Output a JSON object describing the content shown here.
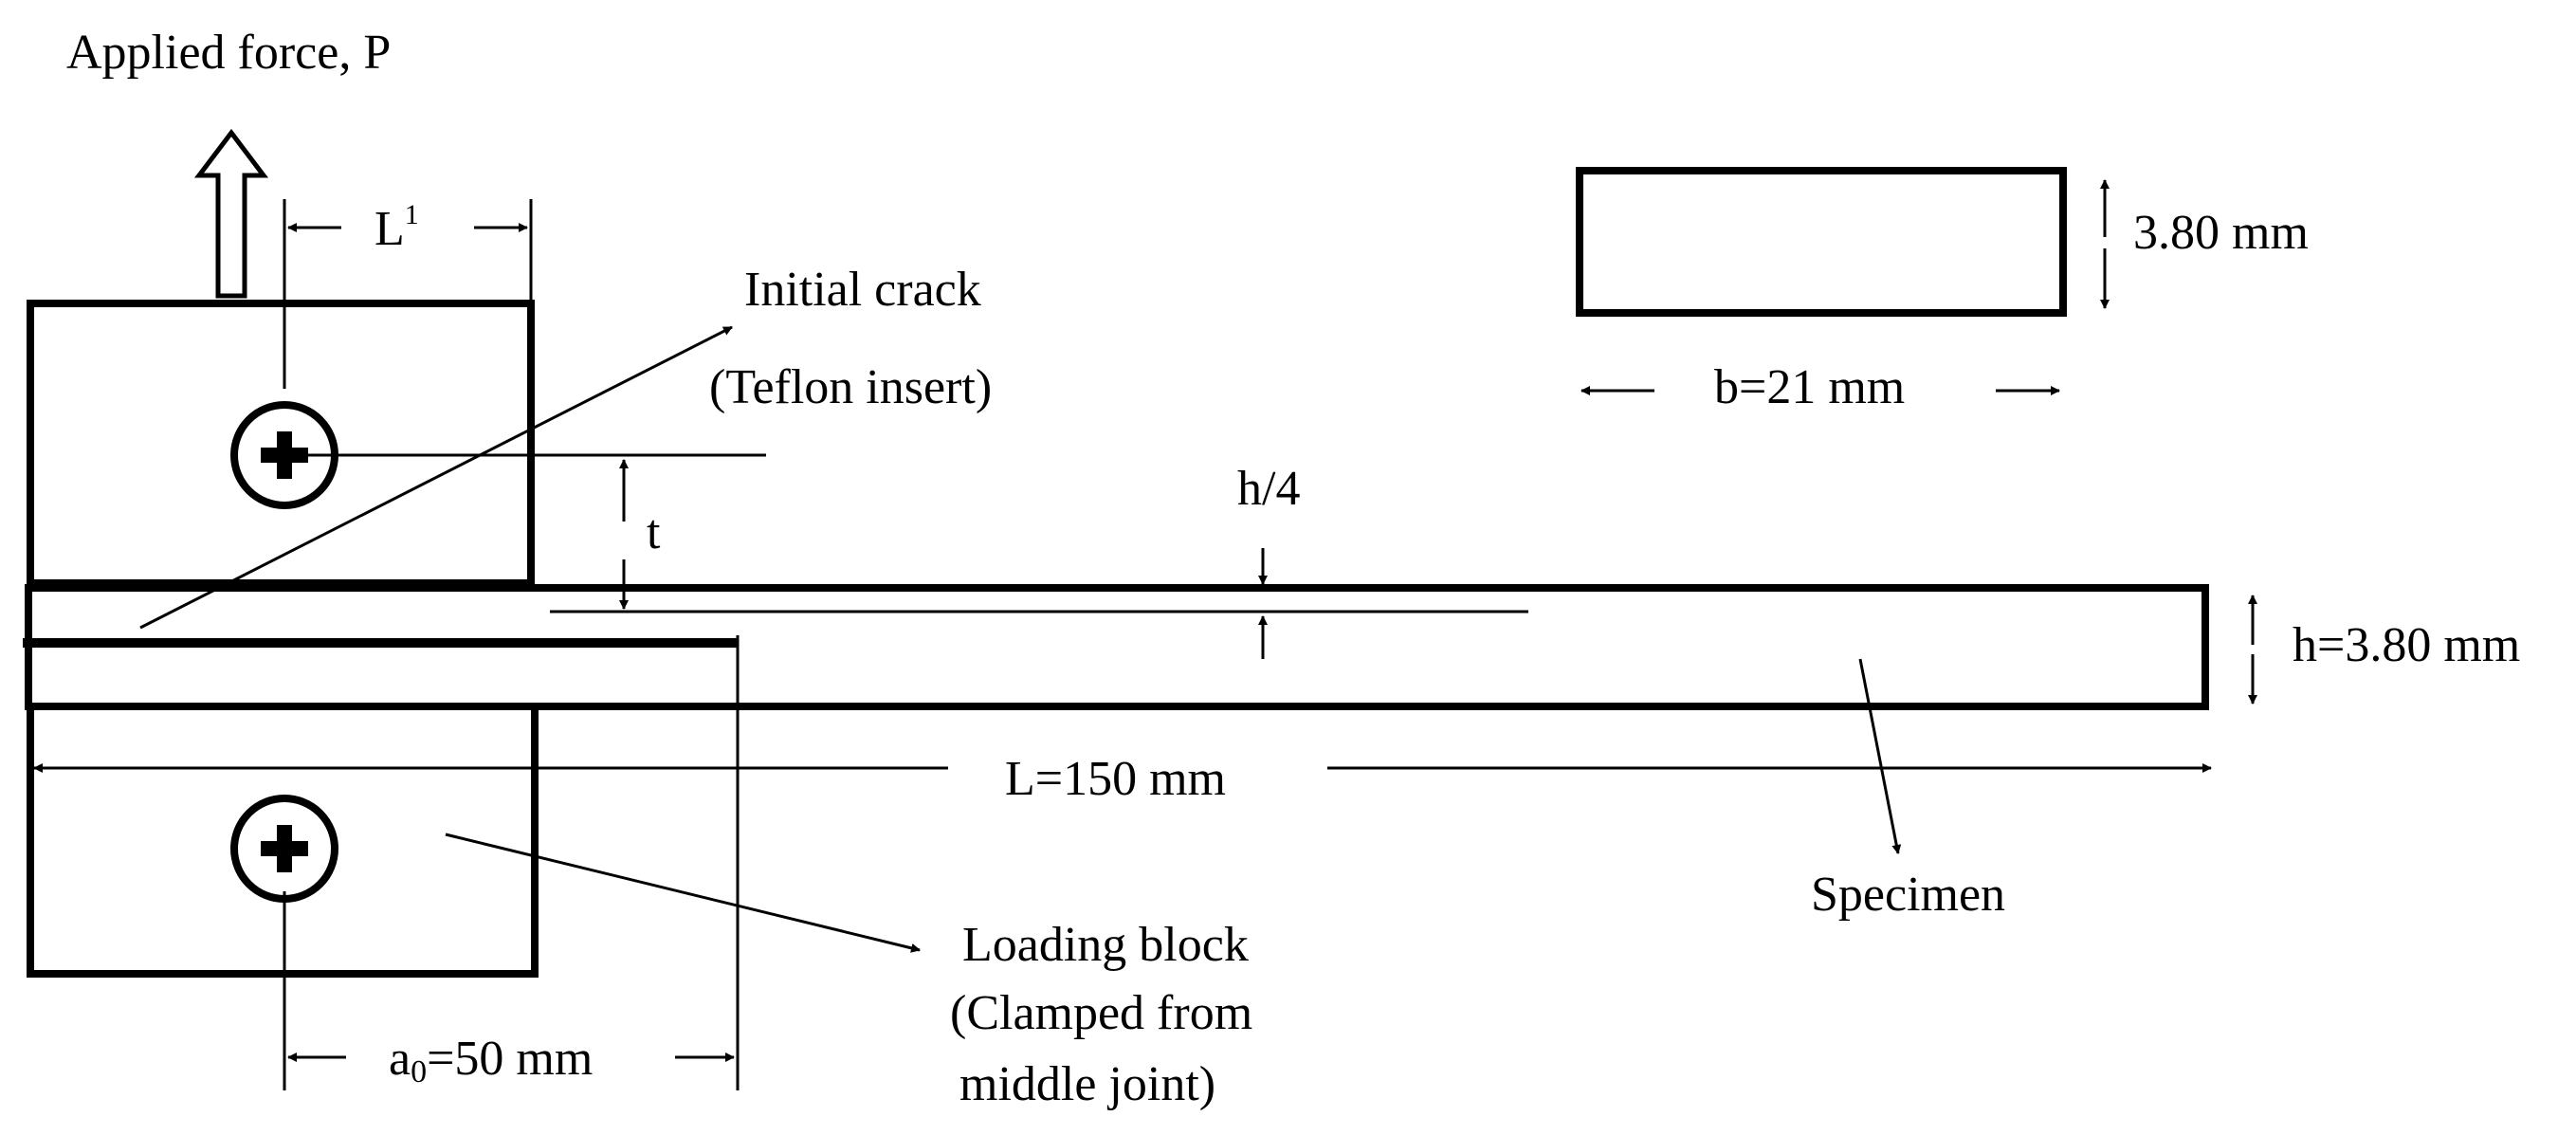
{
  "labels": {
    "applied_force": "Applied force, P",
    "l_prime": "L",
    "l_prime_sup": "1",
    "initial_crack_line1": "Initial crack",
    "initial_crack_line2": "(Teflon insert)",
    "t": "t",
    "h_quarter": "h/4",
    "cross_height": "3.80 mm",
    "b": "b=21 mm",
    "h": "h=3.80 mm",
    "length": "L=150 mm",
    "specimen": "Specimen",
    "loading_block_line1": "Loading block",
    "loading_block_line2": "(Clamped from",
    "loading_block_line3": "middle joint)",
    "a0_main": "a",
    "a0_sub": "0",
    "a0_value": "=50 mm"
  }
}
